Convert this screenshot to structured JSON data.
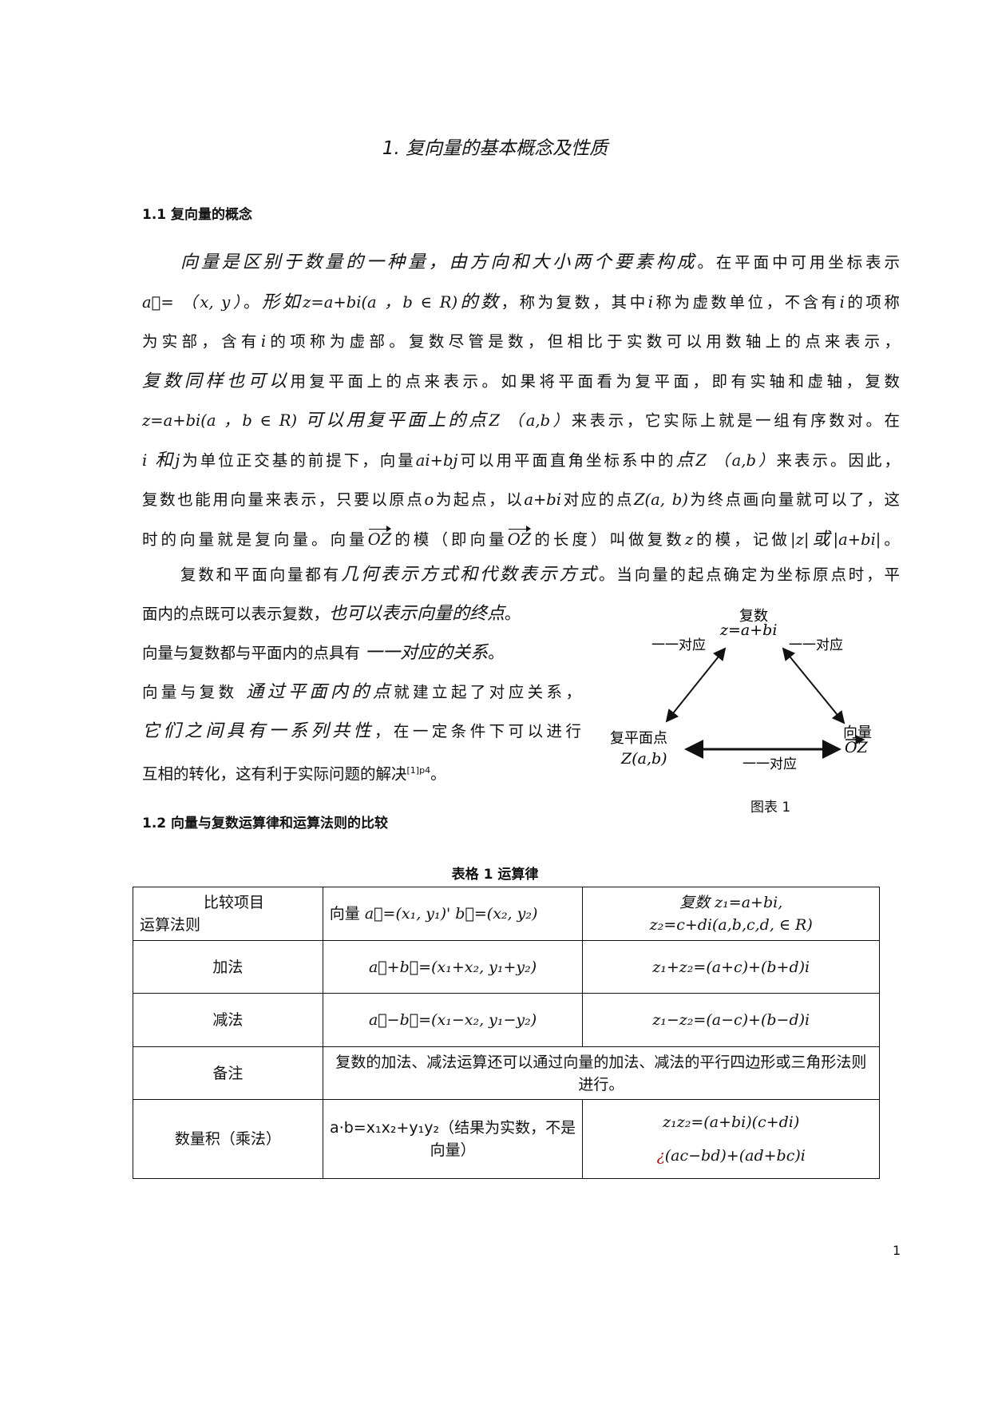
{
  "title": "1. 复向量的基本概念及性质",
  "section1": {
    "heading": "1.1 复向量的概念",
    "paragraph1": [
      [
        [
          "i",
          "向量是区别于数量的一种量，由方向和大小两个要素构成"
        ],
        [
          "n",
          "。在平面中可用坐标表示"
        ]
      ],
      [
        [
          "m",
          "a⃗= （x, y）"
        ],
        [
          "n",
          "。"
        ],
        [
          "i",
          "形如"
        ],
        [
          "m",
          "z=a+bi(a ，b ∈ R)"
        ],
        [
          "i",
          "的数"
        ],
        [
          "n",
          "，称为复数，其中"
        ],
        [
          "m",
          "i"
        ],
        [
          "n",
          "称为虚数单位，不含有"
        ],
        [
          "m",
          "i"
        ],
        [
          "n",
          "的项称"
        ]
      ],
      [
        [
          "n",
          "为实部，含有"
        ],
        [
          "m",
          "i"
        ],
        [
          "n",
          "的项称为虚部。复数尽管是数，但相比于实数可以用数轴上的点来表示，"
        ]
      ],
      [
        [
          "i",
          "复数同样也可以"
        ],
        [
          "n",
          "用复平面上的点来表示。如果将平面看为复平面，即有实轴和虚轴，复数"
        ]
      ],
      [
        [
          "m",
          "z=a+bi(a ，b ∈ R)"
        ],
        [
          "i",
          " 可以用复平面上的点"
        ],
        [
          "m",
          "Z （a,b）"
        ],
        [
          "n",
          "来表示，它实际上就是一组有序数对。在"
        ]
      ],
      [
        [
          "m",
          "i"
        ],
        [
          "i",
          " 和"
        ],
        [
          "m",
          "j"
        ],
        [
          "n",
          "为单位正交基的前提下，向量"
        ],
        [
          "m",
          "ai+bj"
        ],
        [
          "n",
          "可以用平面直角坐标系中的"
        ],
        [
          "i",
          "点"
        ],
        [
          "m",
          "Z （a,b）"
        ],
        [
          "n",
          "来表示。因此，"
        ]
      ],
      [
        [
          "n",
          "复数也能用向量来表示，只要以原点"
        ],
        [
          "m",
          "o"
        ],
        [
          "n",
          "为起点，以"
        ],
        [
          "m",
          "a+bi"
        ],
        [
          "n",
          "对应的点"
        ],
        [
          "m",
          "Z(a, b)"
        ],
        [
          "n",
          "为终点画向量就可以了，这"
        ]
      ],
      [
        [
          "n",
          "时的向量就是复向量。向量"
        ],
        [
          "v",
          "OZ"
        ],
        [
          "n",
          "的模（即向量"
        ],
        [
          "v",
          "OZ"
        ],
        [
          "n",
          "的长度）叫做复数"
        ],
        [
          "m",
          "z"
        ],
        [
          "n",
          "的模，记做"
        ],
        [
          "m",
          "|z|"
        ],
        [
          "i",
          "或"
        ],
        [
          "m",
          "|a+bi|"
        ],
        [
          "n",
          "。"
        ]
      ]
    ],
    "paragraph2": [
      [
        [
          "n",
          "复数和平面向量都有"
        ],
        [
          "i",
          "几何表示方式和代数表示方式"
        ],
        [
          "n",
          "。当向量的起点确定为坐标原点时，平"
        ]
      ],
      [
        [
          "n",
          "面内的点既可以表示复数，"
        ],
        [
          "i",
          "也可以表示向量的终点"
        ],
        [
          "n",
          "。"
        ]
      ],
      [
        [
          "n",
          "向量与复数都与平面内的点具有 "
        ],
        [
          "i",
          "一一对应的关系"
        ],
        [
          "n",
          "。"
        ]
      ],
      [
        [
          "n",
          "向量与复数 "
        ],
        [
          "i",
          "通过平面内的点"
        ],
        [
          "n",
          "就建立起了对应关系，"
        ]
      ],
      [
        [
          "i",
          "它们之间具有一系列共性"
        ],
        [
          "n",
          "，在一定条件下可以进行"
        ]
      ],
      [
        [
          "n",
          "互相的转化，这有利于实际问题的解决"
        ],
        [
          "s",
          "[1]p4"
        ],
        [
          "n",
          "。"
        ]
      ]
    ]
  },
  "figure": {
    "top_label": "复数",
    "top_formula": "z=a+bi",
    "left_label": "复平面点",
    "left_formula": "Z(a,b)",
    "right_label": "向量",
    "right_formula": "OZ",
    "edge_left": "一一对应",
    "edge_right": "一一对应",
    "edge_bottom": "一一对应",
    "caption": "图表 1"
  },
  "section2": {
    "heading": "1.2 向量与复数运算律和运算法则的比较",
    "table_caption": "表格 1 运算律",
    "table": {
      "header": {
        "col1_top": "比较项目",
        "col1_bottom": "运算法则",
        "col2_label": "向量",
        "col2_formula": "a⃗=(x₁, y₁)' b⃗=(x₂, y₂)",
        "col3_line1": "复数 z₁=a+bi,",
        "col3_line2": "z₂=c+di(a,b,c,d, ∈ R)"
      },
      "rows": [
        {
          "name": "加法",
          "vector": "a⃗+b⃗=(x₁+x₂, y₁+y₂)",
          "complex": "z₁+z₂=(a+c)+(b+d)i"
        },
        {
          "name": "减法",
          "vector": "a⃗−b⃗=(x₁−x₂, y₁−y₂)",
          "complex": "z₁−z₂=(a−c)+(b−d)i"
        },
        {
          "name": "备注",
          "note": "复数的加法、减法运算还可以通过向量的加法、减法的平行四边形或三角形法则进行。"
        },
        {
          "name": "数量积（乘法）",
          "vector": "a·b=x₁x₂+y₁y₂（结果为实数，不是向量）",
          "complex_line1": "z₁z₂=(a+bi)(c+di)",
          "complex_line2_mark": "¿",
          "complex_line2": "(ac−bd)+(ad+bc)i"
        }
      ]
    }
  },
  "page_number": "1"
}
